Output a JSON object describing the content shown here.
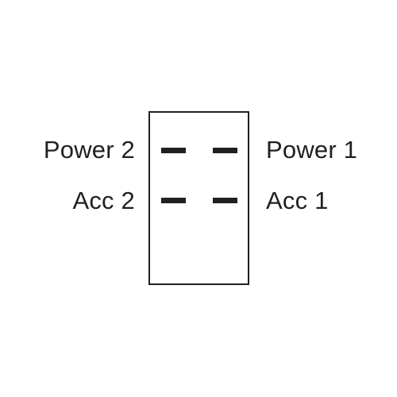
{
  "diagram": {
    "labels": {
      "power_2": "Power 2",
      "power_1": "Power 1",
      "acc_2": "Acc 2",
      "acc_1": "Acc 1"
    },
    "colors": {
      "line": "#231f20",
      "background": "#ffffff"
    }
  }
}
